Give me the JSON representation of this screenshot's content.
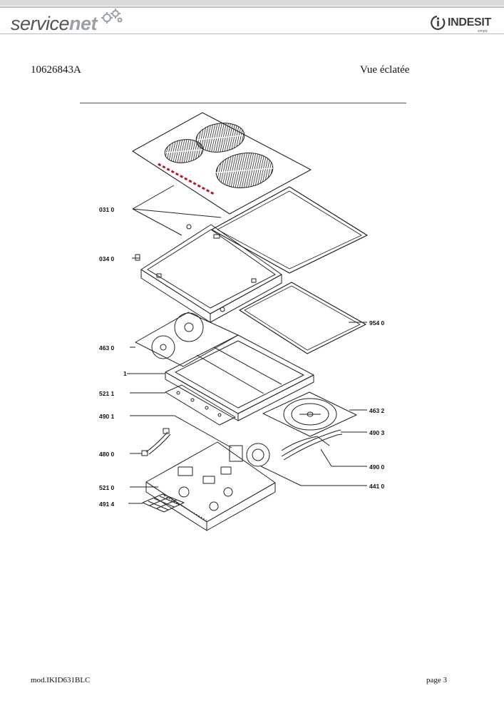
{
  "header": {
    "logo_left_part1": "service",
    "logo_left_part2": "net",
    "brand": "INDESIT",
    "brand_tagline": "simply"
  },
  "document": {
    "code": "10626843A",
    "view_title": "Vue éclatée"
  },
  "diagram": {
    "part_labels": {
      "p0310": "031 0",
      "p0340": "034 0",
      "p9540": "954 0",
      "p4630": "463 0",
      "p1": "1",
      "p5211": "521 1",
      "p4901": "490 1",
      "p4632": "463 2",
      "p4903": "490 3",
      "p4800": "480 0",
      "p4900": "490 0",
      "p5210": "521 0",
      "p4410": "441 0",
      "p4914": "491 4"
    }
  },
  "footer": {
    "model": "mod.IKID631BLC",
    "page": "page 3"
  },
  "colors": {
    "accent_red": "#c0102a",
    "line": "#222222",
    "header_gray": "#d9d9d9"
  }
}
